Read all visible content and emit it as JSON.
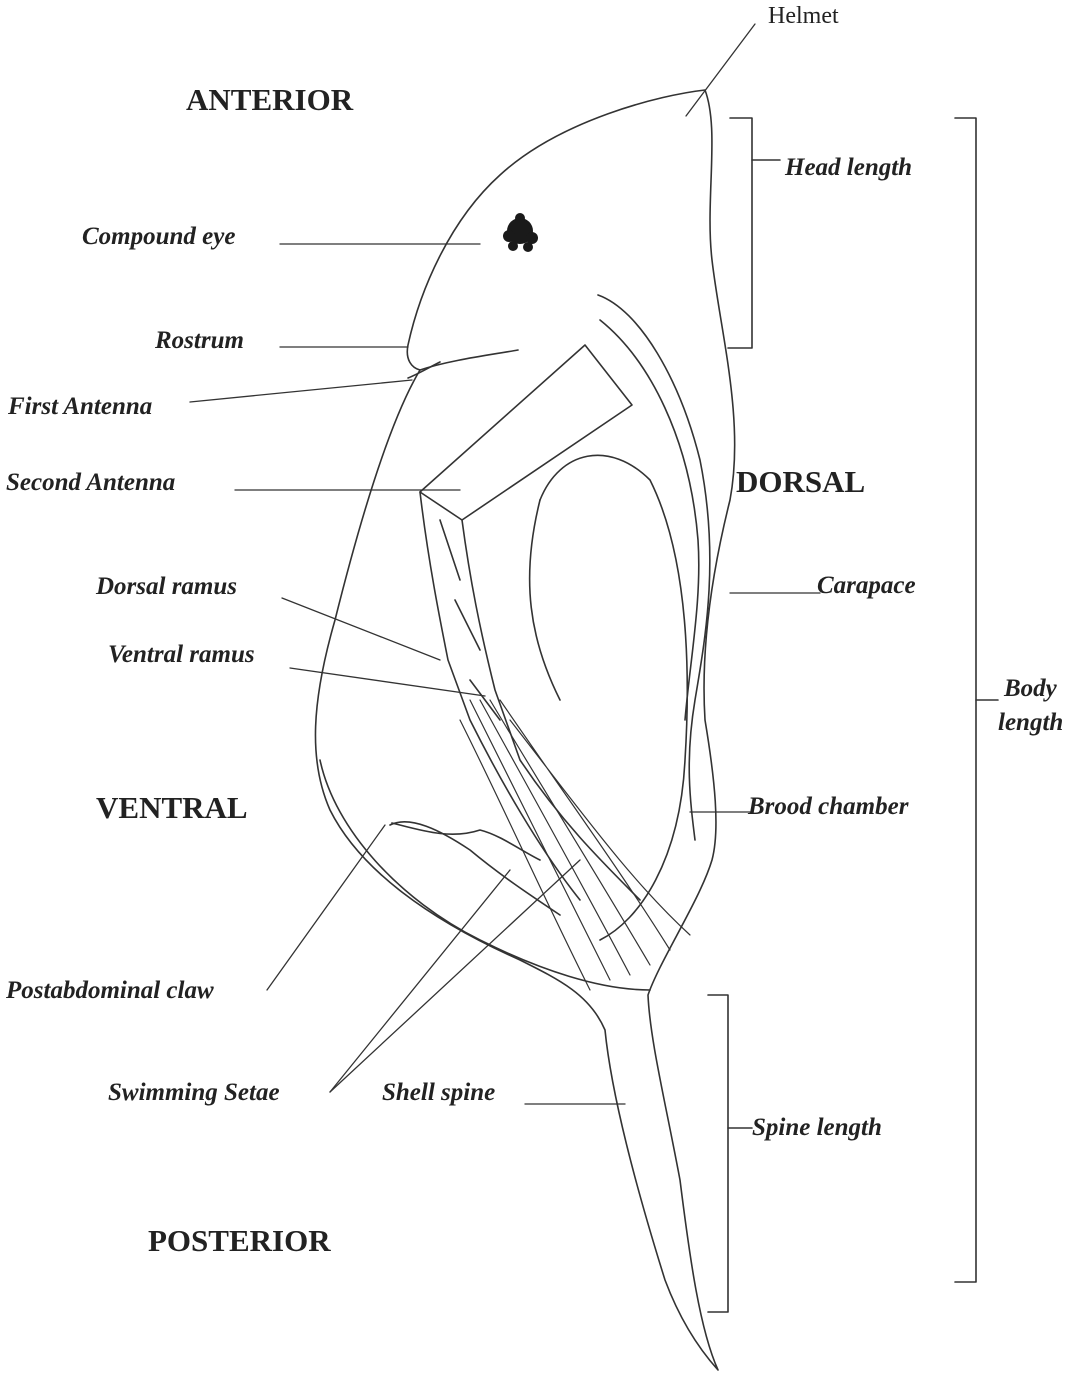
{
  "orientation": {
    "anterior": "ANTERIOR",
    "dorsal": "DORSAL",
    "ventral": "VENTRAL",
    "posterior": "POSTERIOR"
  },
  "labels": {
    "helmet": "Helmet",
    "head_length": "Head length",
    "compound_eye": "Compound eye",
    "rostrum": "Rostrum",
    "first_antenna": "First Antenna",
    "second_antenna": "Second Antenna",
    "dorsal_ramus": "Dorsal ramus",
    "ventral_ramus": "Ventral ramus",
    "carapace": "Carapace",
    "body_length_line1": "Body",
    "body_length_line2": "length",
    "brood_chamber": "Brood chamber",
    "postabdominal_claw": "Postabdominal claw",
    "swimming_setae": "Swimming Setae",
    "shell_spine": "Shell spine",
    "spine_length": "Spine length"
  },
  "colors": {
    "line": "#333333",
    "text": "#222222",
    "eye": "#1a1a1a"
  }
}
